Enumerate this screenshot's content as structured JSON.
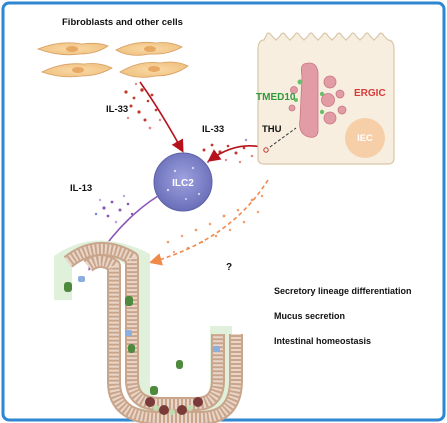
{
  "labels": {
    "fibroblasts": "Fibroblasts and other cells",
    "il33_left": "IL-33",
    "il33_right": "IL-33",
    "il13": "IL-13",
    "ilc2": "ILC2",
    "tmed10": "TMED10",
    "ergic": "ERGIC",
    "thu": "THU",
    "iec": "IEC",
    "question": "?",
    "outcome_1": "Secretory lineage differentiation",
    "outcome_2": "Mucus secretion",
    "outcome_3": "Intestinal homeostasis"
  },
  "colors": {
    "frame": "#2f86d1",
    "il33_arrow": "#b5121b",
    "il13_arrow": "#8a56b8",
    "ilc2_cell": "#7b7fc4",
    "tmed10_text": "#2e9a3a",
    "ergic_text": "#d93a3a",
    "epithelial_cell": "#f7eee0",
    "er_organelle": "#e29ca5",
    "iec_nucleus": "#f6cfa8",
    "dashed_arrow": "#f08a4b",
    "tissue_band": "#dcefd6"
  },
  "icons": [
    "fibroblast-cell-icon",
    "epithelial-cell-icon",
    "ilc2-cell-icon",
    "intestinal-villus-icon"
  ]
}
